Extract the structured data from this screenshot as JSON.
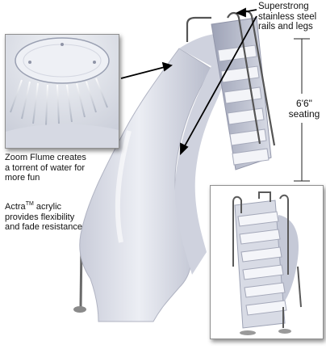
{
  "callouts": {
    "rails_line1": "Superstrong",
    "rails_line2": "stainless steel",
    "rails_line3": "rails and legs",
    "height_value": "6'6\"",
    "height_label": "seating",
    "flume_line1": "Zoom Flume creates",
    "flume_line2": "a torrent of water for",
    "flume_line3": "more fun",
    "acrylic_brand": "Actra",
    "acrylic_tm": "TM",
    "acrylic_line1_rest": " acrylic",
    "acrylic_line2": "provides flexibility",
    "acrylic_line3": "and fade resistance"
  },
  "colors": {
    "slide_body": "#dde0ea",
    "slide_shadow": "#a9adbf",
    "rail_steel": "#5e5e5e",
    "callout_text": "#111111"
  }
}
